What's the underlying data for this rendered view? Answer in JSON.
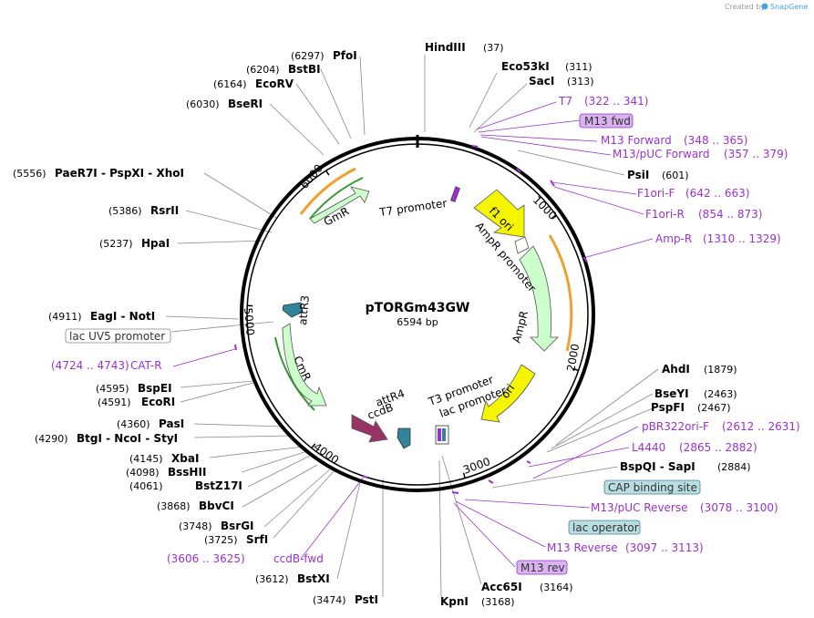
{
  "credit": {
    "text": "Created by",
    "brand": "SnapGene"
  },
  "plasmid": {
    "name": "pTORGm43GW",
    "size_label": "6594 bp",
    "length": 6594
  },
  "ticks": [
    "1000",
    "2000",
    "3000",
    "4000",
    "5000",
    "6000"
  ],
  "sites": [
    {
      "name": "HindIII",
      "pos": "(37)"
    },
    {
      "name": "Eco53kI",
      "pos": "(311)"
    },
    {
      "name": "SacI",
      "pos": "(313)"
    },
    {
      "name": "PsiI",
      "pos": "(601)"
    },
    {
      "name": "AhdI",
      "pos": "(1879)"
    },
    {
      "name": "BseYI",
      "pos": "(2463)"
    },
    {
      "name": "PspFI",
      "pos": "(2467)"
    },
    {
      "name": "BspQI - SapI",
      "pos": "(2884)"
    },
    {
      "name": "Acc65I",
      "pos": "(3164)"
    },
    {
      "name": "KpnI",
      "pos": "(3168)"
    },
    {
      "name": "PstI",
      "pos": "(3474)"
    },
    {
      "name": "BstXI",
      "pos": "(3612)"
    },
    {
      "name": "SrfI",
      "pos": "(3725)"
    },
    {
      "name": "BsrGI",
      "pos": "(3748)"
    },
    {
      "name": "BbvCI",
      "pos": "(3868)"
    },
    {
      "name": "BstZ17I",
      "pos": "(4061)"
    },
    {
      "name": "BssHII",
      "pos": "(4098)"
    },
    {
      "name": "XbaI",
      "pos": "(4145)"
    },
    {
      "name": "BtgI - NcoI - StyI",
      "pos": "(4290)"
    },
    {
      "name": "PasI",
      "pos": "(4360)"
    },
    {
      "name": "EcoRI",
      "pos": "(4591)"
    },
    {
      "name": "BspEI",
      "pos": "(4595)"
    },
    {
      "name": "EagI - NotI",
      "pos": "(4911)"
    },
    {
      "name": "HpaI",
      "pos": "(5237)"
    },
    {
      "name": "RsrII",
      "pos": "(5386)"
    },
    {
      "name": "PaeR7I - PspXI - XhoI",
      "pos": "(5556)"
    },
    {
      "name": "BseRI",
      "pos": "(6030)"
    },
    {
      "name": "EcoRV",
      "pos": "(6164)"
    },
    {
      "name": "BstBI",
      "pos": "(6204)"
    },
    {
      "name": "PfoI",
      "pos": "(6297)"
    }
  ],
  "primers": [
    {
      "name": "T7",
      "range": "(322 .. 341)"
    },
    {
      "name": "M13 Forward",
      "range": "(348 .. 365)"
    },
    {
      "name": "M13/pUC Forward",
      "range": "(357 .. 379)"
    },
    {
      "name": "F1ori-F",
      "range": "(642 .. 663)"
    },
    {
      "name": "F1ori-R",
      "range": "(854 .. 873)"
    },
    {
      "name": "Amp-R",
      "range": "(1310 .. 1329)"
    },
    {
      "name": "pBR322ori-F",
      "range": "(2612 .. 2631)"
    },
    {
      "name": "L4440",
      "range": "(2865 .. 2882)"
    },
    {
      "name": "M13/pUC Reverse",
      "range": "(3078 .. 3100)"
    },
    {
      "name": "M13 Reverse",
      "range": "(3097 .. 3113)"
    },
    {
      "name": "ccdB-fwd",
      "range": "(3606 .. 3625)"
    },
    {
      "name": "CAT-R",
      "range": "(4724 .. 4743)"
    }
  ],
  "boxes": [
    {
      "label": "M13 fwd",
      "color": "#d9b3f0",
      "border": "#9932cc"
    },
    {
      "label": "CAP binding site",
      "color": "#b8dde3",
      "border": "#4a7f8a"
    },
    {
      "label": "lac operator",
      "color": "#b8dde3",
      "border": "#4a7f8a"
    },
    {
      "label": "M13 rev",
      "color": "#d9b3f0",
      "border": "#9932cc"
    },
    {
      "label": "lac UV5 promoter",
      "color": "#ffffff",
      "border": "#888888"
    }
  ],
  "features": [
    {
      "label": "T7 promoter"
    },
    {
      "label": "f1 ori"
    },
    {
      "label": "AmpR promoter"
    },
    {
      "label": "AmpR"
    },
    {
      "label": "ori"
    },
    {
      "label": "T3 promoter"
    },
    {
      "label": "lac promoter"
    },
    {
      "label": "attR4"
    },
    {
      "label": "ccdB"
    },
    {
      "label": "CmR"
    },
    {
      "label": "attR3"
    },
    {
      "label": "GmR"
    }
  ],
  "colors": {
    "primer": "#9932cc",
    "f1ori": "#f5f500",
    "ori": "#f5f500",
    "ampr": "#ccffcc",
    "cmr": "#ccffcc",
    "gmr": "#ccffcc",
    "ccdb": "#993366",
    "att": "#31849b",
    "orf": "#f0a030",
    "orf_inner": "#339933"
  }
}
